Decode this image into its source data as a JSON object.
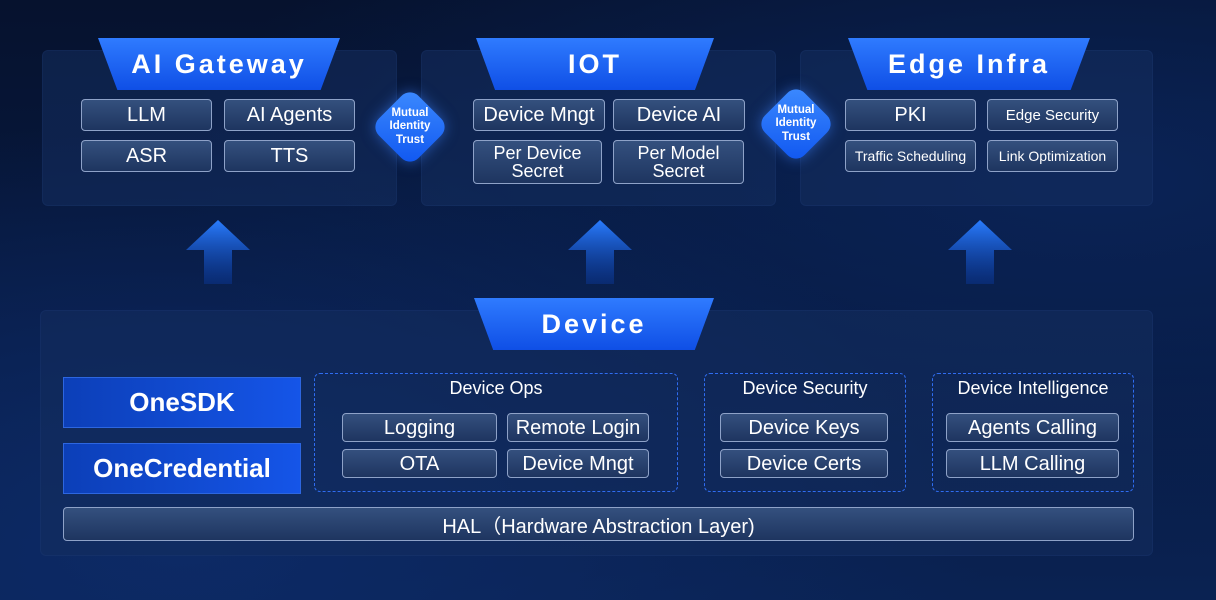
{
  "top": {
    "ai_gateway": {
      "title": "AI Gateway",
      "items": [
        "LLM",
        "AI Agents",
        "ASR",
        "TTS"
      ]
    },
    "iot": {
      "title": "IOT",
      "items": [
        "Device Mngt",
        "Device AI",
        "Per Device\nSecret",
        "Per Model\nSecret"
      ]
    },
    "edge_infra": {
      "title": "Edge Infra",
      "items": [
        "PKI",
        "Edge Security",
        "Traffic Scheduling",
        "Link Optimization"
      ]
    }
  },
  "trust_badges": [
    "Mutual\nIdentity\nTrust",
    "Mutual\nIdentity\nTrust"
  ],
  "device": {
    "title": "Device",
    "sdk": [
      "OneSDK",
      "OneCredential"
    ],
    "device_ops": {
      "title": "Device Ops",
      "items": [
        "Logging",
        "Remote Login",
        "OTA",
        "Device Mngt"
      ]
    },
    "device_security": {
      "title": "Device Security",
      "items": [
        "Device Keys",
        "Device Certs"
      ]
    },
    "device_intelligence": {
      "title": "Device Intelligence",
      "items": [
        "Agents Calling",
        "LLM Calling"
      ]
    },
    "hal": "HAL（Hardware Abstraction Layer)"
  },
  "colors": {
    "accent_blue": "#1a5ff5",
    "pill_border": "#8ea2c8",
    "dashed_border": "#2f6cf0"
  }
}
